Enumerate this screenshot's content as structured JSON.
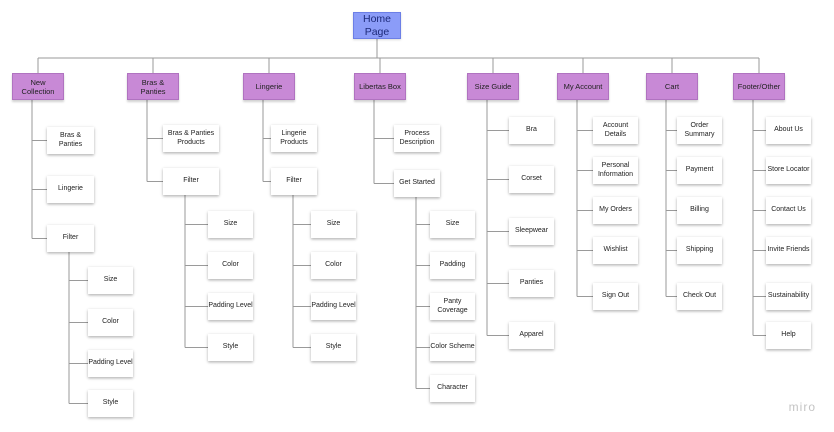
{
  "home": "Home\nPage",
  "categories": [
    {
      "label": "New\nCollection",
      "children": [
        {
          "label": "Bras &\nPanties"
        },
        {
          "label": "Lingerie"
        },
        {
          "label": "Filter",
          "children": [
            {
              "label": "Size"
            },
            {
              "label": "Color"
            },
            {
              "label": "Padding Level"
            },
            {
              "label": "Style"
            }
          ]
        }
      ]
    },
    {
      "label": "Bras &\nPanties",
      "children": [
        {
          "label": "Bras & Panties\nProducts"
        },
        {
          "label": "Filter",
          "children": [
            {
              "label": "Size"
            },
            {
              "label": "Color"
            },
            {
              "label": "Padding Level"
            },
            {
              "label": "Style"
            }
          ]
        }
      ]
    },
    {
      "label": "Lingerie",
      "children": [
        {
          "label": "Lingerie\nProducts"
        },
        {
          "label": "Filter",
          "children": [
            {
              "label": "Size"
            },
            {
              "label": "Color"
            },
            {
              "label": "Padding Level"
            },
            {
              "label": "Style"
            }
          ]
        }
      ]
    },
    {
      "label": "Libertas Box",
      "children": [
        {
          "label": "Process\nDescription"
        },
        {
          "label": "Get Started",
          "children": [
            {
              "label": "Size"
            },
            {
              "label": "Padding"
            },
            {
              "label": "Panty\nCoverage"
            },
            {
              "label": "Color Scheme"
            },
            {
              "label": "Character"
            }
          ]
        }
      ]
    },
    {
      "label": "Size Guide",
      "children": [
        {
          "label": "Bra"
        },
        {
          "label": "Corset"
        },
        {
          "label": "Sleepwear"
        },
        {
          "label": "Panties"
        },
        {
          "label": "Apparel"
        }
      ]
    },
    {
      "label": "My Account",
      "children": [
        {
          "label": "Account\nDetails"
        },
        {
          "label": "Personal\nInformation"
        },
        {
          "label": "My Orders"
        },
        {
          "label": "Wishlist"
        },
        {
          "label": "Sign Out"
        }
      ]
    },
    {
      "label": "Cart",
      "children": [
        {
          "label": "Order\nSummary"
        },
        {
          "label": "Payment"
        },
        {
          "label": "Billing"
        },
        {
          "label": "Shipping"
        },
        {
          "label": "Check Out"
        }
      ]
    },
    {
      "label": "Footer/Other",
      "children": [
        {
          "label": "About Us"
        },
        {
          "label": "Store Locator"
        },
        {
          "label": "Contact Us"
        },
        {
          "label": "Invite Friends"
        },
        {
          "label": "Sustainability"
        },
        {
          "label": "Help"
        }
      ]
    }
  ],
  "watermark": "miro",
  "colors": {
    "home_fill": "#8b9cf8",
    "category_fill": "#c889d6",
    "connector": "#9a9a9a"
  }
}
